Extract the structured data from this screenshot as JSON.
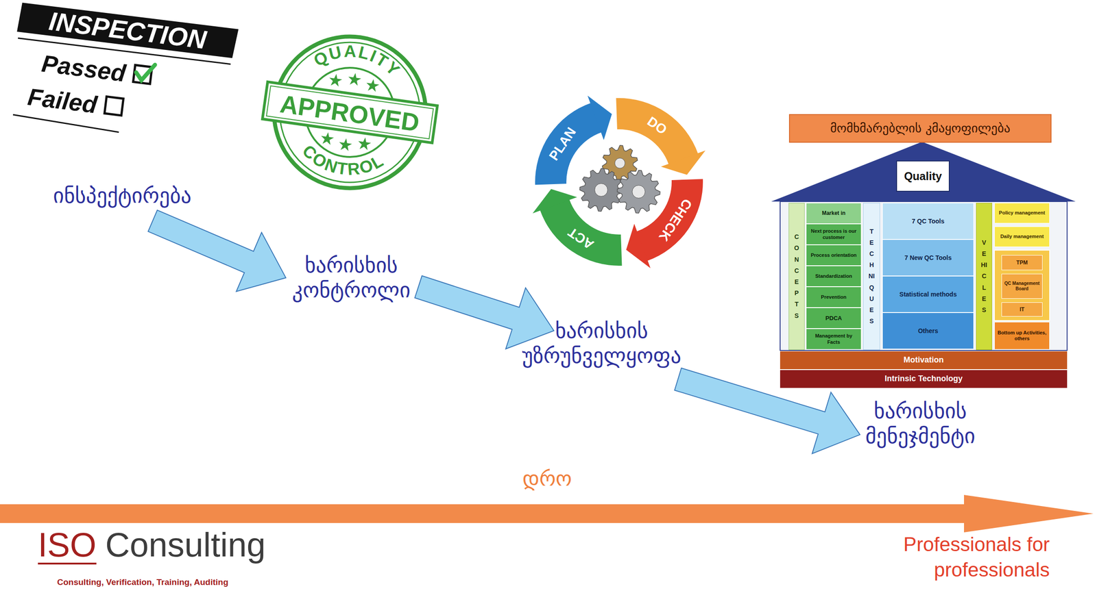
{
  "diagram": {
    "nodes": [
      {
        "text": [
          "ინსპექტირება"
        ]
      },
      {
        "text": [
          "ხარისხის კონტროლი"
        ]
      },
      {
        "text": [
          "ხარისხის უზრუნველყოფა"
        ]
      },
      {
        "text": [
          "ხარისხის მენეჯმენტი"
        ]
      },
      {
        "text": [
          "მომხმარებლის კმაყოფილება"
        ]
      },
      {
        "text": [
          "Quality"
        ]
      },
      {
        "text": [
          "CONCEPTS"
        ]
      },
      {
        "text": [
          "Market in"
        ]
      },
      {
        "text": [
          "Next process is our customer"
        ]
      },
      {
        "text": [
          "Process orientation"
        ]
      },
      {
        "text": [
          "Standardization"
        ]
      },
      {
        "text": [
          "Prevention"
        ]
      },
      {
        "text": [
          "PDCA"
        ]
      },
      {
        "text": [
          "Management by Facts"
        ]
      },
      {
        "text": [
          "TECHNIQUES"
        ]
      },
      {
        "text": [
          "7 QC Tools"
        ]
      },
      {
        "text": [
          "7 New QC Tools"
        ]
      },
      {
        "text": [
          "Statistical methods"
        ]
      },
      {
        "text": [
          "Others"
        ]
      },
      {
        "text": [
          "VEHICLES"
        ]
      },
      {
        "text": [
          "Policy management"
        ]
      },
      {
        "text": [
          "Daily management"
        ]
      },
      {
        "text": [
          "TPM"
        ]
      },
      {
        "text": [
          "QC Management Board"
        ]
      },
      {
        "text": [
          "IT"
        ]
      },
      {
        "text": [
          "Bottom up Activities, others"
        ]
      },
      {
        "text": [
          "Motivation"
        ]
      },
      {
        "text": [
          "Intrinsic Technology"
        ]
      }
    ],
    "edges": [
      {
        "from": 0,
        "to": 1,
        "arrow": "to"
      },
      {
        "from": 1,
        "to": 2,
        "arrow": "to"
      },
      {
        "from": 2,
        "to": 3,
        "arrow": "to"
      }
    ],
    "labels": [
      "INSPECTION",
      "Passed",
      "Failed",
      "QUALITY",
      "APPROVED",
      "CONTROL",
      "PLAN",
      "DO",
      "CHECK",
      "ACT",
      "დრო",
      "ISO",
      "Consulting",
      "Consulting, Verification, Training, Auditing",
      "Professionals for professionals"
    ]
  }
}
